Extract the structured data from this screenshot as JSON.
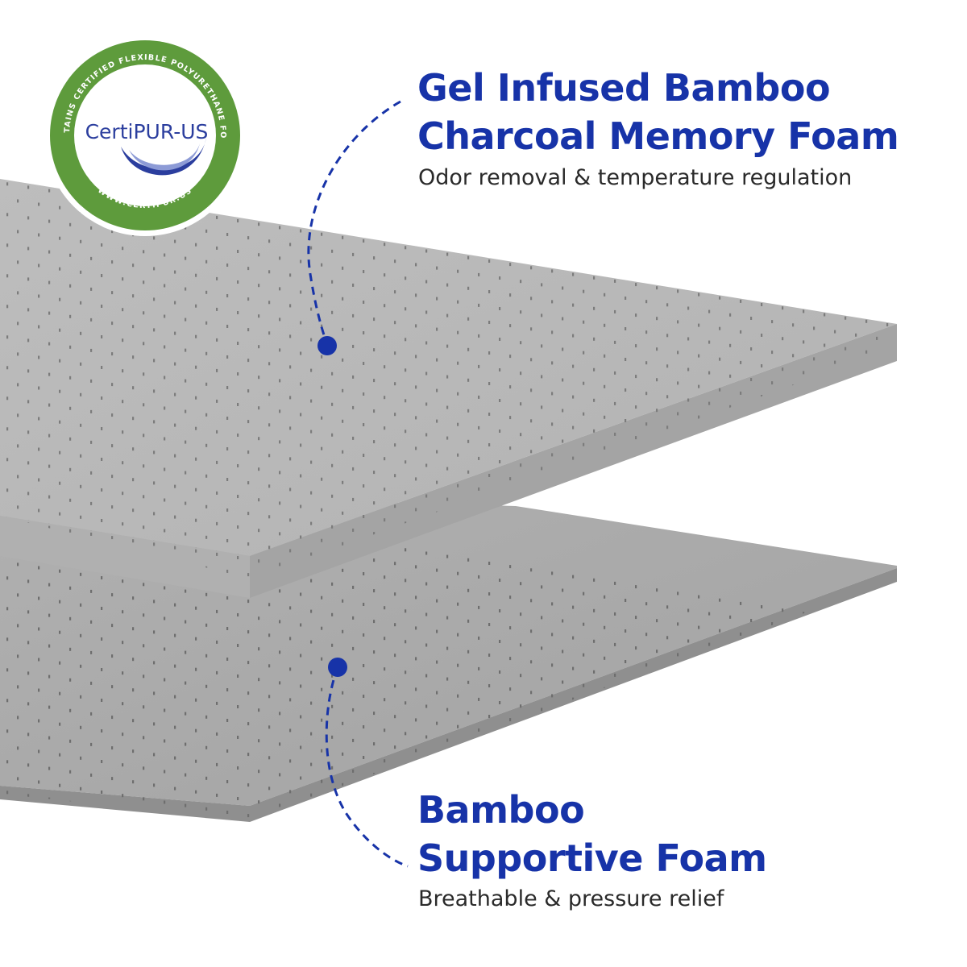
{
  "colors": {
    "accent_blue": "#1733a8",
    "foam_top_surface": "#b9b9b9",
    "foam_top_edge": "#a9a9a9",
    "foam_bottom_surface": "#acacac",
    "foam_bottom_edge": "#8e8e8e",
    "badge_green": "#5e9b3c",
    "badge_blue": "#2b3e9e"
  },
  "badge": {
    "icon": "certipur-us-seal",
    "brand": "CertiPUR-US",
    "ring_top_text": "CONTAINS CERTIFIED FLEXIBLE POLYURETHANE FOAM",
    "ring_bottom_text": "WWW.CERTIPUR.US"
  },
  "layers": [
    {
      "title_line1": "Gel Infused Bamboo",
      "title_line2": "Charcoal Memory Foam",
      "description": "Odor removal & temperature regulation"
    },
    {
      "title_line1": "Bamboo",
      "title_line2": "Supportive Foam",
      "description": "Breathable & pressure relief"
    }
  ]
}
